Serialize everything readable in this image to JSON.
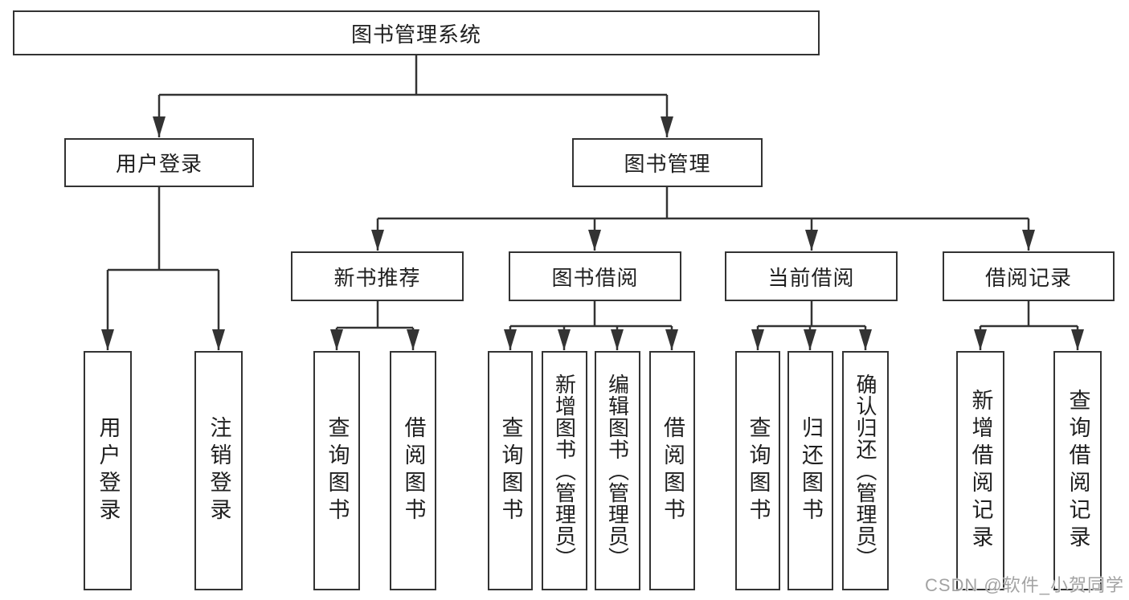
{
  "colors": {
    "line": "#333333",
    "box_border": "#333333",
    "text": "#1f1f1f",
    "background": "#ffffff",
    "watermark_text_color": "#a3a3a3"
  },
  "tree": {
    "root": {
      "label": "图书管理系统"
    },
    "branches": [
      {
        "label": "用户登录",
        "children": [
          {
            "label": "用户登录"
          },
          {
            "label": "注销登录"
          }
        ]
      },
      {
        "label": "图书管理",
        "children": [
          {
            "label": "新书推荐",
            "children": [
              {
                "label": "查询图书"
              },
              {
                "label": "借阅图书"
              }
            ]
          },
          {
            "label": "图书借阅",
            "children": [
              {
                "label": "查询图书"
              },
              {
                "label": "新增图书（管理员）"
              },
              {
                "label": "编辑图书（管理员）"
              },
              {
                "label": "借阅图书"
              }
            ]
          },
          {
            "label": "当前借阅",
            "children": [
              {
                "label": "查询图书"
              },
              {
                "label": "归还图书"
              },
              {
                "label": "确认归还（管理员）"
              }
            ]
          },
          {
            "label": "借阅记录",
            "children": [
              {
                "label": "新增借阅记录"
              },
              {
                "label": "查询借阅记录"
              }
            ]
          }
        ]
      }
    ]
  },
  "watermark": {
    "text": "CSDN @软件_小贺同学"
  }
}
